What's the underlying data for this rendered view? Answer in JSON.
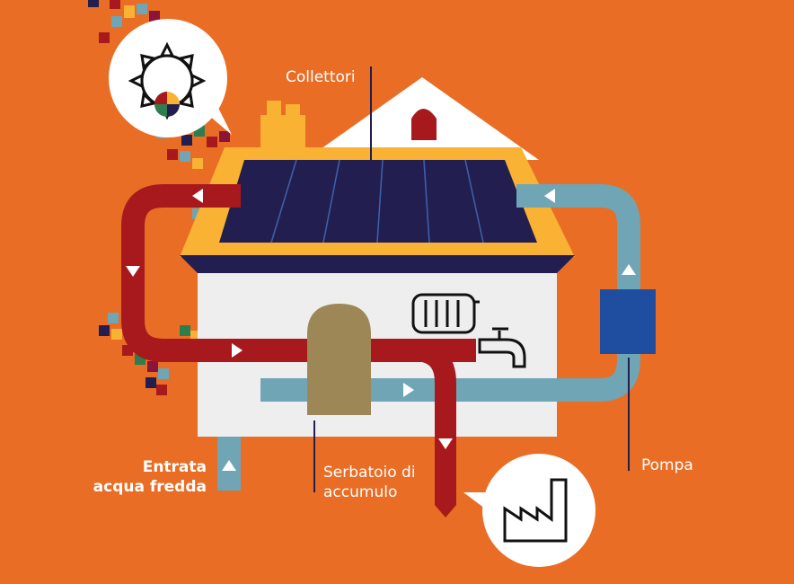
{
  "labels": {
    "collettori": "Collettori",
    "entrata_line1": "Entrata",
    "entrata_line2": "acqua fredda",
    "serbatoio_line1": "Serbatoio di",
    "serbatoio_line2": "accumulo",
    "pompa": "Pompa"
  },
  "colors": {
    "background": "#E96D25",
    "hot_pipe": "#A8191E",
    "cold_pipe": "#6FA5B5",
    "roof_panel": "#221E4F",
    "roof_frame": "#F9B233",
    "house_wall": "#EEEEEE",
    "tank": "#9D8756",
    "pump": "#1F4EA1",
    "icon_stroke": "#111111",
    "bubble": "#FFFFFF"
  },
  "icons": [
    "sun-icon",
    "radiator-icon",
    "faucet-icon",
    "factory-icon"
  ]
}
